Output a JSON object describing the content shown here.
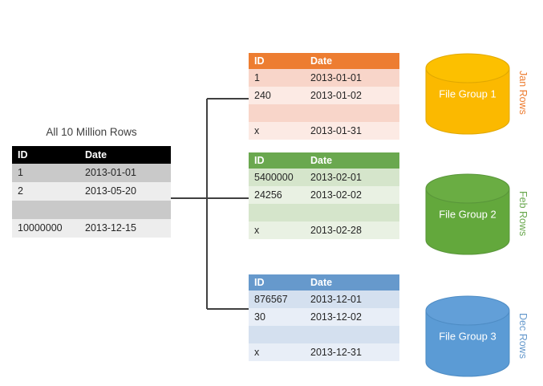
{
  "diagram": {
    "title_source": "All 10 Million Rows",
    "columns": [
      "ID",
      "Date"
    ]
  },
  "source_table": {
    "name": "all-rows-table",
    "headers": [
      "ID",
      "Date"
    ],
    "rows": [
      {
        "id": "1",
        "date": "2013-01-01"
      },
      {
        "id": "2",
        "date": "2013-05-20"
      },
      {
        "id": "",
        "date": ""
      },
      {
        "id": "10000000",
        "date": "2013-12-15"
      }
    ]
  },
  "partitions": [
    {
      "key": "jan",
      "headers": [
        "ID",
        "Date"
      ],
      "accent": "#ed7d31",
      "rows": [
        {
          "id": "1",
          "date": "2013-01-01"
        },
        {
          "id": "240",
          "date": "2013-01-02"
        },
        {
          "id": "",
          "date": ""
        },
        {
          "id": "x",
          "date": "2013-01-31"
        }
      ],
      "filegroup": "File Group 1",
      "side_label": "Jan Rows"
    },
    {
      "key": "feb",
      "headers": [
        "ID",
        "Date"
      ],
      "accent": "#6aa84f",
      "rows": [
        {
          "id": "5400000",
          "date": "2013-02-01"
        },
        {
          "id": "24256",
          "date": "2013-02-02"
        },
        {
          "id": "",
          "date": ""
        },
        {
          "id": "x",
          "date": "2013-02-28"
        }
      ],
      "filegroup": "File Group 2",
      "side_label": "Feb Rows"
    },
    {
      "key": "dec",
      "headers": [
        "ID",
        "Date"
      ],
      "accent": "#6699cc",
      "rows": [
        {
          "id": "876567",
          "date": "2013-12-01"
        },
        {
          "id": "30",
          "date": "2013-12-02"
        },
        {
          "id": "",
          "date": ""
        },
        {
          "id": "x",
          "date": "2013-12-31"
        }
      ],
      "filegroup": "File Group 3",
      "side_label": "Dec Rows"
    }
  ]
}
